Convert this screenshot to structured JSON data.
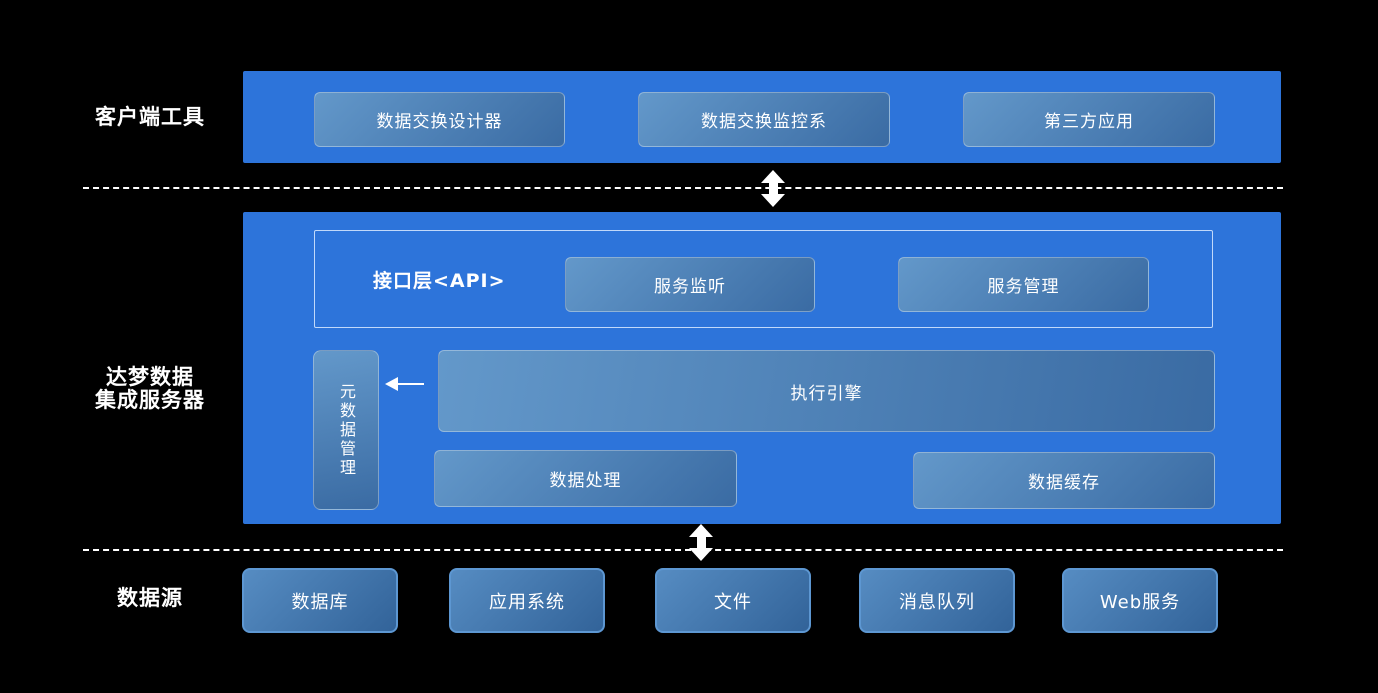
{
  "colors": {
    "background": "#000000",
    "band_blue": "#2d74da",
    "box_gradient_light": "#6398ca",
    "box_gradient_dark": "#3a6ba3",
    "source_box_border": "#5d97d2",
    "line_and_text": "#ffffff"
  },
  "bands": {
    "client_tools": {
      "label": "客户端工具",
      "boxes": [
        "数据交换设计器",
        "数据交换监控系",
        "第三方应用"
      ]
    },
    "integration_server": {
      "label_line1": "达梦数据",
      "label_line2": "集成服务器",
      "api_layer": {
        "label": "接口层<API>",
        "boxes": [
          "服务监听",
          "服务管理"
        ]
      },
      "metadata_box": "元数据管理",
      "execution_engine": "执行引擎",
      "data_processing": "数据处理",
      "data_cache": "数据缓存"
    },
    "data_sources": {
      "label": "数据源",
      "boxes": [
        "数据库",
        "应用系统",
        "文件",
        "消息队列",
        "Web服务"
      ]
    }
  },
  "icons": {
    "top_connector": "double-headed-vertical-arrow",
    "bottom_connector": "double-headed-vertical-arrow",
    "metadata_connector": "left-arrow"
  }
}
